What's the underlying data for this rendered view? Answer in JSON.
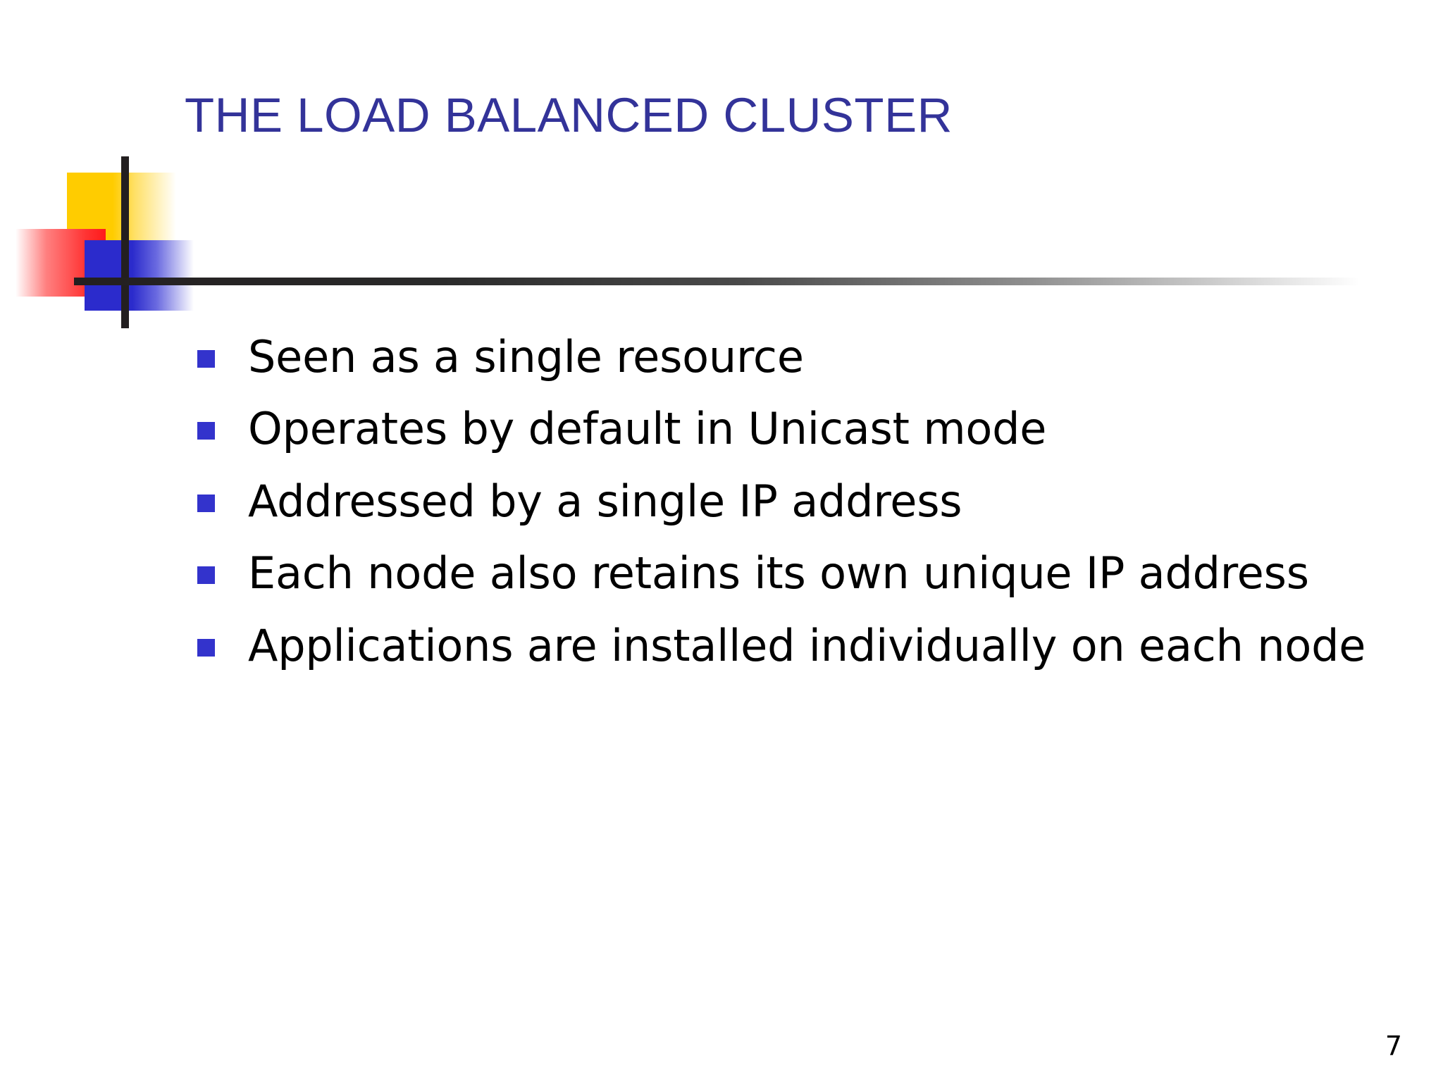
{
  "slide": {
    "title": "THE LOAD BALANCED CLUSTER",
    "page_number": "7",
    "background_color": "#FFFFFF",
    "title_color": "#333399",
    "bullet_marker_color": "#3333CC",
    "body_text_color": "#000000",
    "decor": {
      "yellow_color": "#FFCC00",
      "red_color": "#FF1A1A",
      "blue_color": "#2B2BCC",
      "bar_color": "#231F20"
    },
    "bullets": [
      {
        "text": "Seen as a single resource"
      },
      {
        "text": "Operates by default in Unicast mode"
      },
      {
        "text": "Addressed by a single IP address"
      },
      {
        "text": "Each node also retains its own unique IP address"
      },
      {
        "text": "Applications are installed individually on each node"
      }
    ]
  }
}
